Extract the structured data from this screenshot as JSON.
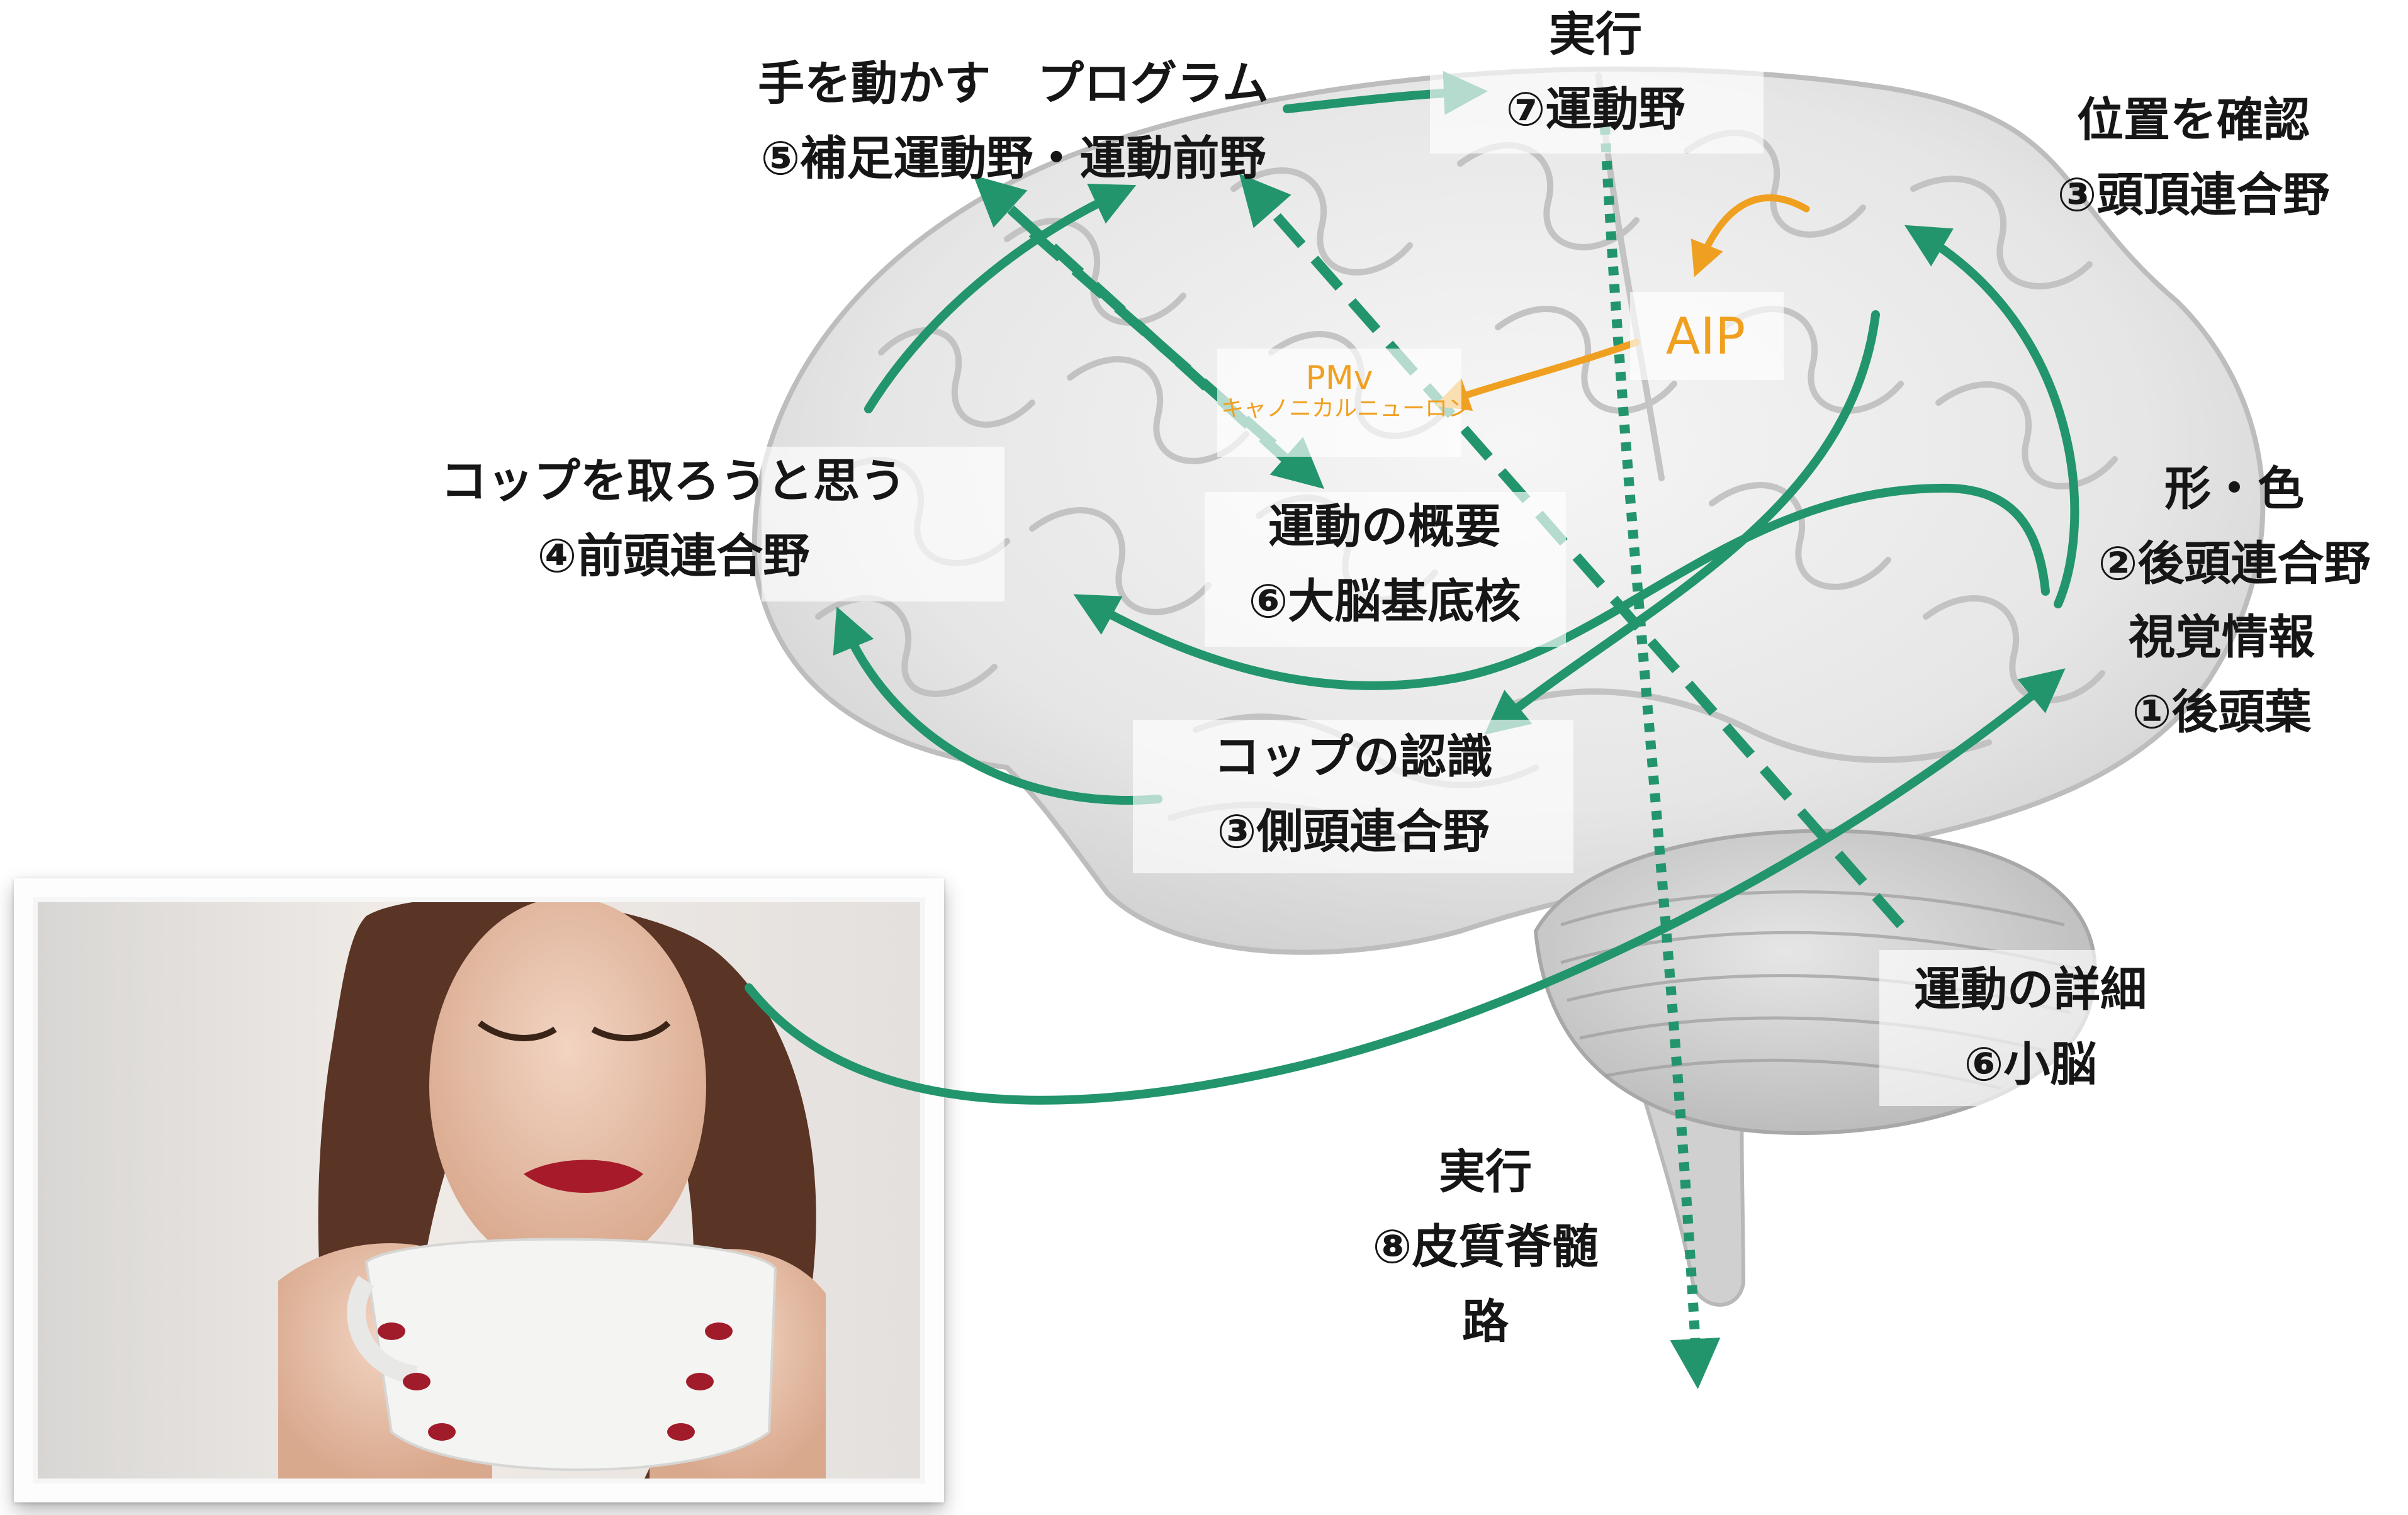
{
  "colors": {
    "arrow_green": "#23956c",
    "arrow_orange": "#f0a020",
    "label_text": "#161616",
    "brain_fill": "#ececec",
    "cerebellum_fill": "#dcdcdc"
  },
  "illustrations": {
    "brain": "brain-lateral-view-illustration",
    "photo": "woman-holding-white-cup-photo"
  },
  "labels": {
    "hand_program": {
      "line1": "手を動かす　プログラム",
      "line2": "⑤補足運動野・運動前野"
    },
    "motor_execute": {
      "line1": "実行",
      "line2": "⑦運動野"
    },
    "parietal": {
      "line1": "位置を確認",
      "line2": "③頭頂連合野"
    },
    "aip": {
      "text": "AIP"
    },
    "pmv": {
      "line1": "PMv",
      "line2": "キャノニカルニューロン"
    },
    "frontal": {
      "line1": "コップを取ろうと思う",
      "line2": "④前頭連合野"
    },
    "basal_ganglia": {
      "line1": "運動の概要",
      "line2": "⑥大脳基底核"
    },
    "occipital_assoc": {
      "line1": "形・色",
      "line2": "②後頭連合野"
    },
    "occipital": {
      "line1": "視覚情報",
      "line2": "①後頭葉"
    },
    "temporal": {
      "line1": "コップの認識",
      "line2": "③側頭連合野"
    },
    "cerebellum": {
      "line1": "運動の詳細",
      "line2": "⑥小脳"
    },
    "spinal": {
      "line1": "実行",
      "line2": "⑧皮質脊髄",
      "line3": "路"
    }
  }
}
